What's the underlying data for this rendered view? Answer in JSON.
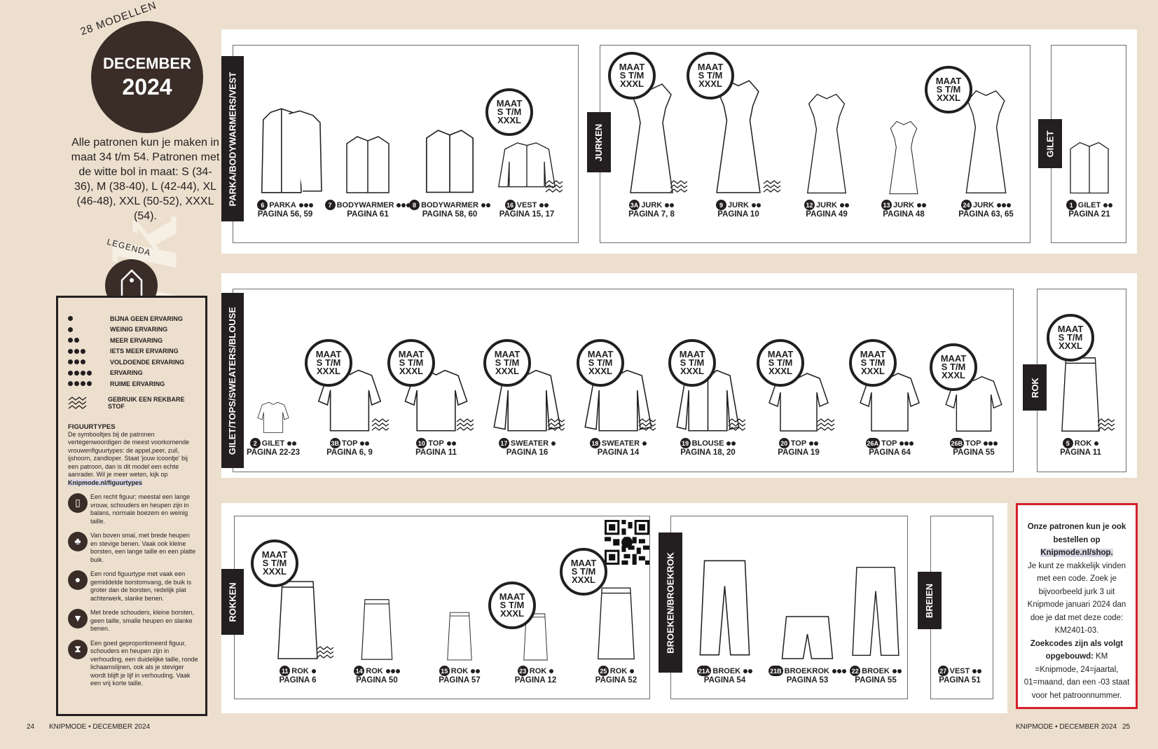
{
  "watermark": {
    "line1": "Werk",
    "line2": "schrift"
  },
  "issue": {
    "count_label": "28 MODELLEN",
    "month": "DECEMBER",
    "year": "2024"
  },
  "intro": {
    "text": "Alle patronen kun je maken in maat 34 t/m 54. Patronen met de witte bol in maat: S (34-36), M (38-40), L (42-44), XL (46-48), XXL (50-52), XXXL (54)."
  },
  "legend": {
    "title": "LEGENDA",
    "levels": [
      {
        "dots": 1,
        "label": "BIJNA GEEN ERVARING"
      },
      {
        "dots": 1,
        "label": "WEINIG ERVARING"
      },
      {
        "dots": 2,
        "label": "MEER ERVARING"
      },
      {
        "dots": 3,
        "label": "IETS MEER ERVARING"
      },
      {
        "dots": 3,
        "label": "VOLDOENDE ERVARING"
      },
      {
        "dots": 4,
        "label": "ERVARING"
      },
      {
        "dots": 4,
        "label": "RUIME ERVARING"
      }
    ],
    "stretch_label": "GEBRUIK EEN REKBARE STOF",
    "figure_title": "FIGUURTYPES",
    "figure_desc": "De symbooltjes bij de patronen vertegenwoordigen de meest voorkomende vrouwenfiguurtypes: de appel,peer, zuil, ijshoorn, zandloper. Staat 'jouw icoontje' bij een patroon, dan is dit model een echte aanrader. Wil je meer weten, kijk op",
    "figure_link": "Knipmode.nl/figuurtypes",
    "figures": [
      {
        "icon": "column-figure-icon",
        "glyph": "▯",
        "text": "Een recht figuur; meestal een lange vrouw, schouders en heupen zijn in balans, normale boezem en weinig taille."
      },
      {
        "icon": "pear-figure-icon",
        "glyph": "♣",
        "text": "Van boven smal, met brede heupen en stevige benen. Vaak ook kleine borsten, een lange taille en een platte buik."
      },
      {
        "icon": "apple-figure-icon",
        "glyph": "●",
        "text": "Een rond figuurtype met vaak een gemiddelde borstomvang, de buik is groter dan de borsten, redelijk plat achterwerk, slanke benen."
      },
      {
        "icon": "icecream-figure-icon",
        "glyph": "▼",
        "text": "Met brede schouders, kleine borsten, geen taille, smalle heupen en slanke benen."
      },
      {
        "icon": "hourglass-figure-icon",
        "glyph": "⧗",
        "text": "Een goed geproportioneerd figuur, schouders en heupen zijn in verhouding, een duidelijke taille, ronde lichaamslijnen, ook als je steviger wordt blijft je lijf in verhouding. Vaak een vrij korte taille."
      }
    ]
  },
  "maat_badge": {
    "line1": "MAAT",
    "line2": "S T/M",
    "line3": "XXXL"
  },
  "sections": {
    "parka": "PARKA/BODYWARMERS/VEST",
    "jurken": "JURKEN",
    "gilet": "GILET",
    "tops": "GILET/TOPS/SWEATERS/BLOUSE",
    "rok": "ROK",
    "rokken": "ROKKEN",
    "broeken": "BROEKEN/BROEKROK",
    "breien": "BREIEN"
  },
  "items": {
    "i6": {
      "num": "6",
      "name": "PARKA",
      "page": "PAGINA 56, 59"
    },
    "i7": {
      "num": "7",
      "name": "BODYWARMER",
      "page": "PAGINA 61"
    },
    "i8": {
      "num": "8",
      "name": "BODYWARMER",
      "page": "PAGINA 58, 60"
    },
    "i16": {
      "num": "16",
      "name": "VEST",
      "page": "PAGINA 15, 17"
    },
    "i3a": {
      "num": "3A",
      "name": "JURK",
      "page": "PAGINA 7, 8"
    },
    "i9": {
      "num": "9",
      "name": "JURK",
      "page": "PAGINA 10"
    },
    "i12": {
      "num": "12",
      "name": "JURK",
      "page": "PAGINA 49"
    },
    "i13": {
      "num": "13",
      "name": "JURK",
      "page": "PAGINA 48"
    },
    "i24": {
      "num": "24",
      "name": "JURK",
      "page": "PAGINA 63, 65"
    },
    "i1": {
      "num": "1",
      "name": "GILET",
      "page": "PAGINA 21"
    },
    "i2": {
      "num": "2",
      "name": "GILET",
      "page": "PAGINA 22-23"
    },
    "i3b": {
      "num": "3B",
      "name": "TOP",
      "page": "PAGINA 6, 9"
    },
    "i10": {
      "num": "10",
      "name": "TOP",
      "page": "PAGINA 11"
    },
    "i17": {
      "num": "17",
      "name": "SWEATER",
      "page": "PAGINA 16"
    },
    "i18": {
      "num": "18",
      "name": "SWEATER",
      "page": "PAGINA 14"
    },
    "i19": {
      "num": "19",
      "name": "BLOUSE",
      "page": "PAGINA 18, 20"
    },
    "i20": {
      "num": "20",
      "name": "TOP",
      "page": "PAGINA 19"
    },
    "i26a": {
      "num": "26A",
      "name": "TOP",
      "page": "PAGINA 64"
    },
    "i26b": {
      "num": "26B",
      "name": "TOP",
      "page": "PAGINA 55"
    },
    "i5": {
      "num": "5",
      "name": "ROK",
      "page": "PAGINA 11"
    },
    "i11": {
      "num": "11",
      "name": "ROK",
      "page": "PAGINA 6"
    },
    "i14": {
      "num": "14",
      "name": "ROK",
      "page": "PAGINA 50"
    },
    "i15": {
      "num": "15",
      "name": "ROK",
      "page": "PAGINA 57"
    },
    "i23": {
      "num": "23",
      "name": "ROK",
      "page": "PAGINA 12"
    },
    "i25": {
      "num": "25",
      "name": "ROK",
      "page": "PAGINA 52"
    },
    "i21a": {
      "num": "21A",
      "name": "BROEK",
      "page": "PAGINA 54"
    },
    "i21b": {
      "num": "21B",
      "name": "BROEKROK",
      "page": "PAGINA 53"
    },
    "i22": {
      "num": "22",
      "name": "BROEK",
      "page": "PAGINA 55"
    },
    "i27": {
      "num": "27",
      "name": "VEST",
      "page": "PAGINA 51"
    }
  },
  "shop": {
    "line1": "Onze patronen kun je ook bestellen op",
    "link": "Knipmode.nl/shop.",
    "line2": "Je kunt ze makkelijk vinden met een code. Zoek je bijvoorbeeld jurk 3 uit Knipmode januari 2024 dan doe je dat met deze code: KM2401-03.",
    "line3_bold": "Zoekcodes zijn als volgt opgebouwd:",
    "line3": "KM =Knipmode, 24=jaartal, 01=maand, dan een -03 staat voor het patroonnummer."
  },
  "footer": {
    "left_page": "24",
    "left_brand": "KNIPMODE • DECEMBER 2024",
    "right_brand": "KNIPMODE • DECEMBER 2024",
    "right_page": "25"
  }
}
